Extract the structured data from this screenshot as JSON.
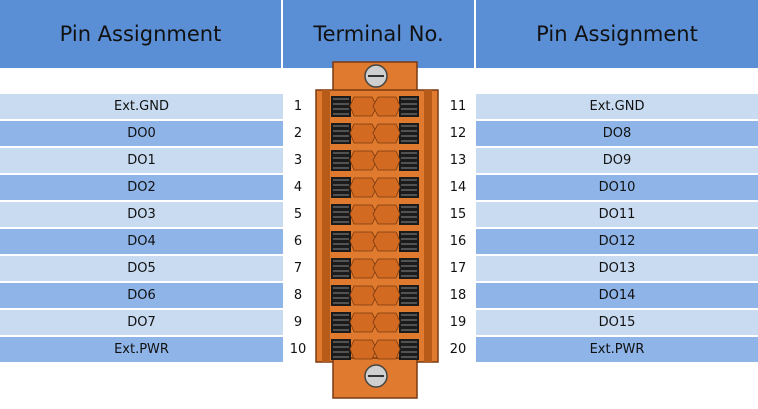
{
  "headers": {
    "left": "Pin Assignment",
    "center": "Terminal No.",
    "right": "Pin Assignment"
  },
  "rows": [
    {
      "left_name": "Ext.GND",
      "left_pin": "1",
      "right_pin": "11",
      "right_name": "Ext.GND"
    },
    {
      "left_name": "DO0",
      "left_pin": "2",
      "right_pin": "12",
      "right_name": "DO8"
    },
    {
      "left_name": "DO1",
      "left_pin": "3",
      "right_pin": "13",
      "right_name": "DO9"
    },
    {
      "left_name": "DO2",
      "left_pin": "4",
      "right_pin": "14",
      "right_name": "DO10"
    },
    {
      "left_name": "DO3",
      "left_pin": "5",
      "right_pin": "15",
      "right_name": "DO11"
    },
    {
      "left_name": "DO4",
      "left_pin": "6",
      "right_pin": "16",
      "right_name": "DO12"
    },
    {
      "left_name": "DO5",
      "left_pin": "7",
      "right_pin": "17",
      "right_name": "DO13"
    },
    {
      "left_name": "DO6",
      "left_pin": "8",
      "right_pin": "18",
      "right_name": "DO14"
    },
    {
      "left_name": "DO7",
      "left_pin": "9",
      "right_pin": "19",
      "right_name": "DO15"
    },
    {
      "left_name": "Ext.PWR",
      "left_pin": "10",
      "right_pin": "20",
      "right_name": "Ext.PWR"
    }
  ],
  "colors": {
    "header": "#5a8fd6",
    "stripe_light": "#c8dbf1",
    "stripe_dark": "#8eb4e8",
    "connector_body": "#e07a2e",
    "connector_dark": "#b85a18",
    "connector_edge": "#7a3a10"
  },
  "icons": {
    "top_screw": "screw-icon",
    "bottom_screw": "screw-icon"
  }
}
